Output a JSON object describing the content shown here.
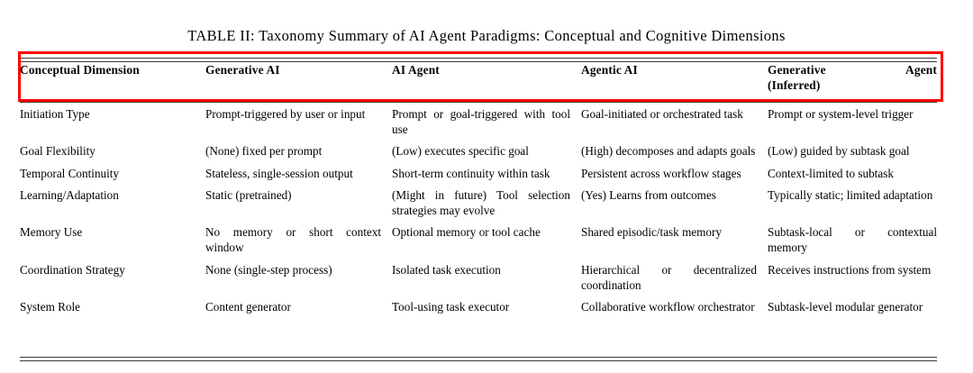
{
  "caption": {
    "text": "TABLE II: Taxonomy Summary of AI Agent Paradigms: Conceptual and Cognitive Dimensions"
  },
  "highlight": {
    "color": "#ff0000",
    "target": "header-row"
  },
  "table": {
    "headers": [
      {
        "line1": "Conceptual Dimension",
        "line2": ""
      },
      {
        "line1": "Generative AI",
        "line2": ""
      },
      {
        "line1": "AI Agent",
        "line2": ""
      },
      {
        "line1": "Agentic AI",
        "line2": ""
      },
      {
        "line1_left": "Generative",
        "line1_right": "Agent",
        "line2": "(Inferred)"
      }
    ],
    "rows": [
      {
        "dimension": "Initiation Type",
        "generative_ai": "Prompt-triggered by user or input",
        "ai_agent": "Prompt or goal-triggered with tool use",
        "agentic_ai": "Goal-initiated or orchestrated task",
        "generative_agent": "Prompt or system-level trig­ger"
      },
      {
        "dimension": "Goal Flexibility",
        "generative_ai": "(None) fixed per prompt",
        "ai_agent": "(Low) executes specific goal",
        "agentic_ai": "(High) decomposes and adapts goals",
        "generative_agent": "(Low) guided by subtask goal"
      },
      {
        "dimension": "Temporal Continuity",
        "generative_ai": "Stateless, single-session out­put",
        "ai_agent": "Short-term continuity within task",
        "agentic_ai": "Persistent across workflow stages",
        "generative_agent": "Context-limited to subtask"
      },
      {
        "dimension": "Learning/Adaptation",
        "generative_ai": "Static (pretrained)",
        "ai_agent": "(Might in future) Tool selec­tion strategies may evolve",
        "agentic_ai": "(Yes) Learns from outcomes",
        "generative_agent": "Typically static; limited adaptation"
      },
      {
        "dimension": "Memory Use",
        "generative_ai": "No memory or short context window",
        "ai_agent": "Optional memory or tool cache",
        "agentic_ai": "Shared episodic/task mem­ory",
        "generative_agent": "Subtask-local or contextual memory"
      },
      {
        "dimension": "Coordination Strategy",
        "generative_ai": "None (single-step process)",
        "ai_agent": "Isolated task execution",
        "agentic_ai": "Hierarchical or decentralized coordination",
        "generative_agent": "Receives instructions from system"
      },
      {
        "dimension": "System Role",
        "generative_ai": "Content generator",
        "ai_agent": "Tool-using task executor",
        "agentic_ai": "Collaborative workflow or­chestrator",
        "generative_agent": "Subtask-level modular gener­ator"
      }
    ]
  }
}
